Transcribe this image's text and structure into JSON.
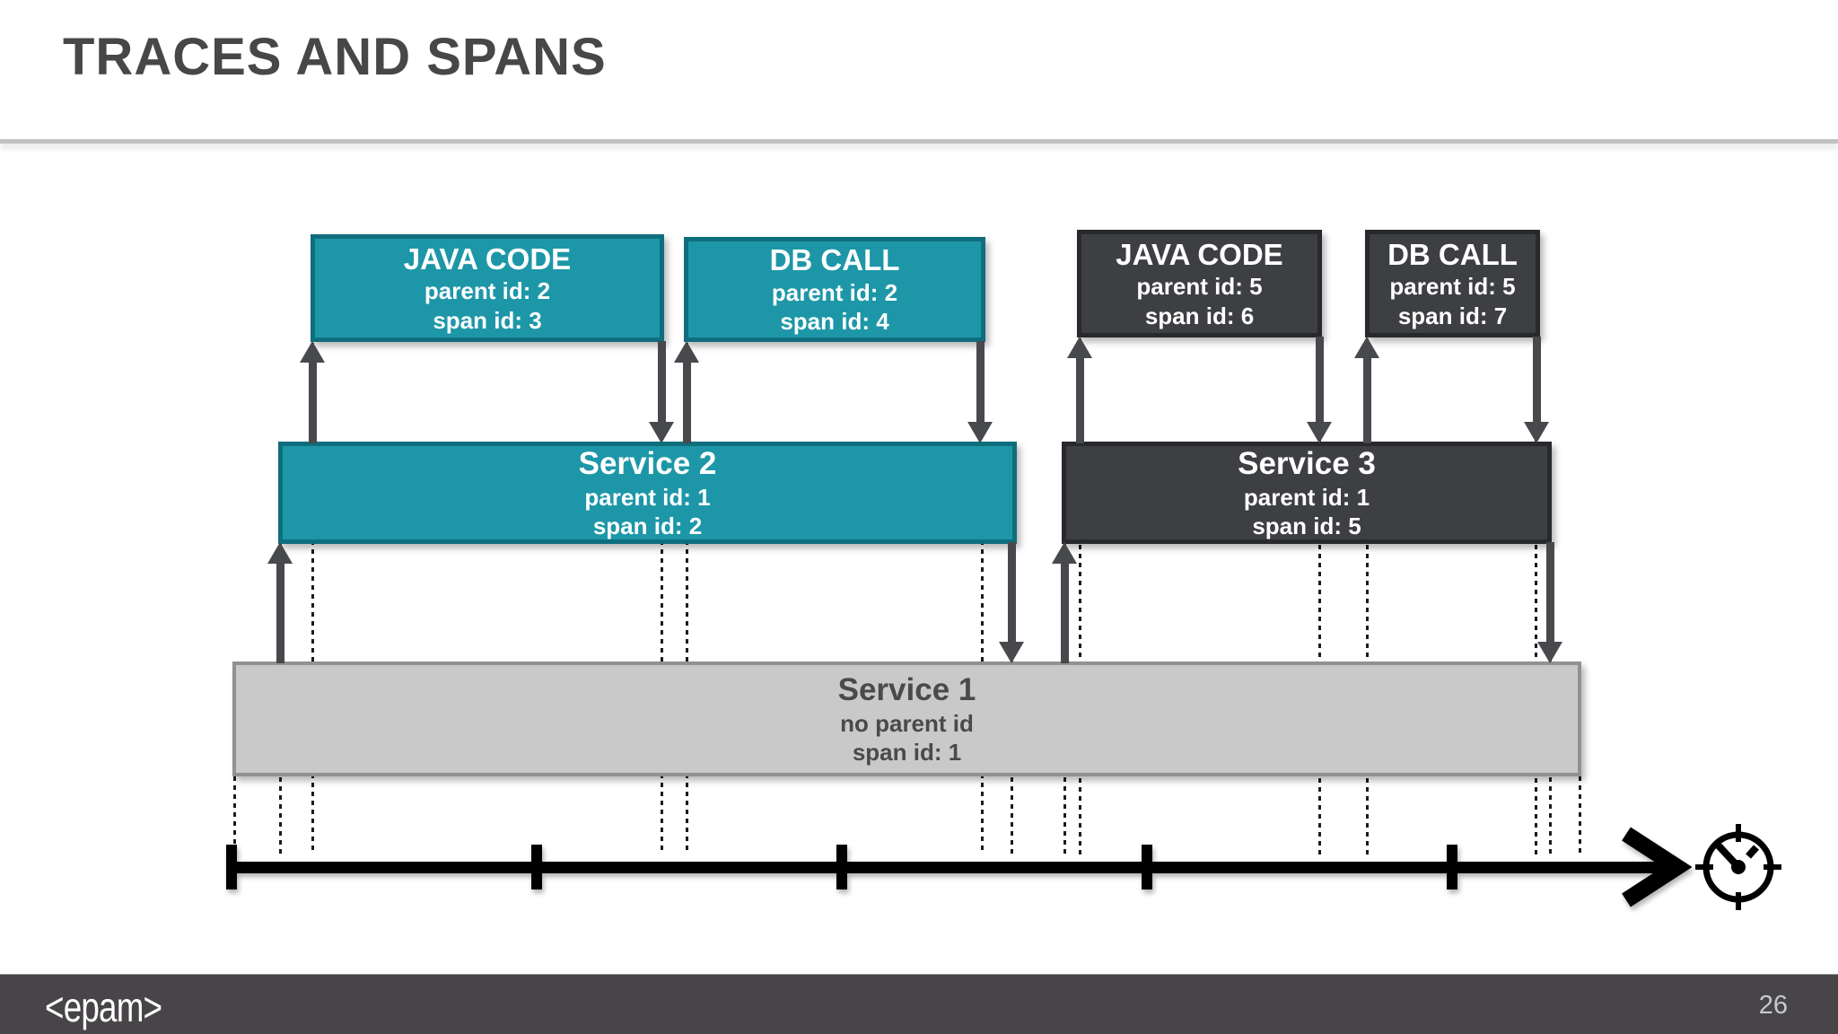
{
  "header": {
    "title": "TRACES AND SPANS"
  },
  "footer": {
    "logo": "<epam>",
    "page_number": "26"
  },
  "diagram": {
    "boxes": {
      "java_code_s2": {
        "title": "JAVA CODE",
        "parent": "parent id: 2",
        "span": "span id: 3"
      },
      "db_call_s2": {
        "title": "DB CALL",
        "parent": "parent id: 2",
        "span": "span id: 4"
      },
      "java_code_s3": {
        "title": "JAVA CODE",
        "parent": "parent id: 5",
        "span": "span id: 6"
      },
      "db_call_s3": {
        "title": "DB CALL",
        "parent": "parent id: 5",
        "span": "span id: 7"
      },
      "service2": {
        "title": "Service 2",
        "parent": "parent id: 1",
        "span": "span id: 2"
      },
      "service3": {
        "title": "Service 3",
        "parent": "parent id: 1",
        "span": "span id: 5"
      },
      "service1": {
        "title": "Service 1",
        "parent": "no parent id",
        "span": "span id: 1"
      }
    },
    "colors": {
      "teal": "#1d97a8",
      "teal_border": "#0f6e7d",
      "dark": "#3e3f43",
      "dark_border": "#28292c",
      "gray": "#c9c9c9",
      "gray_border": "#919191",
      "arrow": "#47494c",
      "timeline": "#000000"
    },
    "icons": {
      "timeline_end": "clock-icon"
    }
  }
}
